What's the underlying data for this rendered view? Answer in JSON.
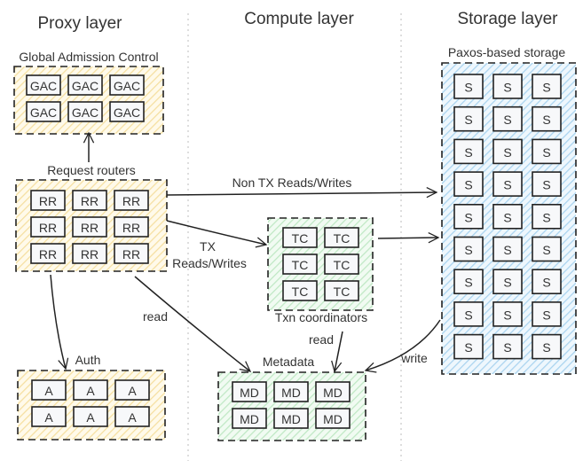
{
  "layers": {
    "proxy": "Proxy layer",
    "compute": "Compute layer",
    "storage": "Storage layer"
  },
  "groups": {
    "gac": {
      "label": "Global Admission Control",
      "cell": "GAC",
      "rows": 2,
      "cols": 3,
      "fill": "yellow"
    },
    "rr": {
      "label": "Request routers",
      "cell": "RR",
      "rows": 3,
      "cols": 3,
      "fill": "yellow"
    },
    "auth": {
      "label": "Auth",
      "cell": "A",
      "rows": 2,
      "cols": 3,
      "fill": "yellow"
    },
    "tc": {
      "label": "Txn coordinators",
      "cell": "TC",
      "rows": 3,
      "cols": 2,
      "fill": "green"
    },
    "md": {
      "label": "Metadata",
      "cell": "MD",
      "rows": 2,
      "cols": 3,
      "fill": "green"
    },
    "storage": {
      "label": "Paxos-based storage",
      "cell": "S",
      "rows": 9,
      "cols": 3,
      "fill": "blue"
    }
  },
  "edges": {
    "non_tx": "Non TX Reads/Writes",
    "tx_line1": "TX",
    "tx_line2": "Reads/Writes",
    "rr_read": "read",
    "tc_read": "read",
    "storage_write": "write"
  },
  "colors": {
    "yellow_hatch": "#f7e3a1",
    "green_hatch": "#bfe8c4",
    "blue_hatch": "#a9d3ef",
    "stroke": "#222222",
    "cell_fill": "#f7f8fa"
  }
}
